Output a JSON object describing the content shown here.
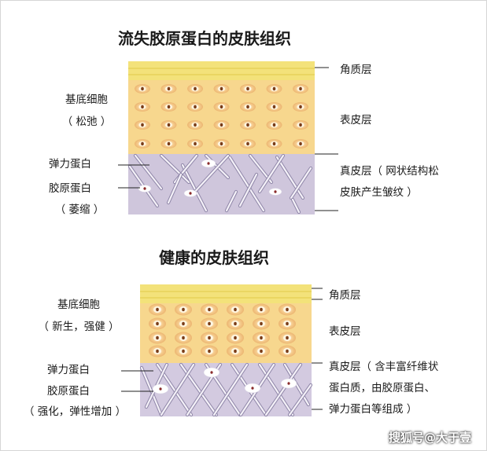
{
  "diagram_top": {
    "title": "流失胶原蛋白的皮肤组织",
    "left_labels": {
      "basal_cells": "基底细胞",
      "basal_state": "（ 松弛 ）",
      "elastin": "弹力蛋白",
      "collagen": "胶原蛋白",
      "collagen_state": "（ 萎缩 ）"
    },
    "right_labels": {
      "stratum_corneum": "角质层",
      "epidermis": "表皮层",
      "dermis_line1": "真皮层（ 网状结构松",
      "dermis_line2": "皮肤产生皱纹 ）"
    }
  },
  "diagram_bottom": {
    "title": "健康的皮肤组织",
    "left_labels": {
      "basal_cells": "基底细胞",
      "basal_state": "（ 新生，强健 ）",
      "elastin": "弹力蛋白",
      "collagen": "胶原蛋白",
      "collagen_state": "（ 强化，弹性增加 ）"
    },
    "right_labels": {
      "stratum_corneum": "角质层",
      "epidermis": "表皮层",
      "dermis_line1": "真皮层（ 含丰富纤维状",
      "dermis_line2": "蛋白质，由胶原蛋白、",
      "dermis_line3": "弹力蛋白等组成 ）"
    }
  },
  "watermark": "搜狐号@大于壹",
  "colors": {
    "corneum": "#f3e27a",
    "epidermis": "#f7d78e",
    "dermis": "#cfc6dc",
    "fiber": "#8f86a8",
    "leader": "#222222"
  }
}
